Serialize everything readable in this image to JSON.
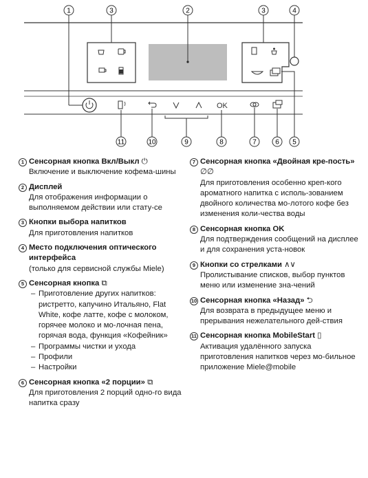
{
  "diagram": {
    "callouts": {
      "c1": "1",
      "c2": "2",
      "c3a": "3",
      "c3b": "3",
      "c4": "4",
      "c5": "5",
      "c6": "6",
      "c7": "7",
      "c8": "8",
      "c9": "9",
      "c10": "10",
      "c11": "11"
    },
    "ok_label": "OK"
  },
  "items": [
    {
      "num": "1",
      "title": "Сенсорная кнопка Вкл/Выкл",
      "icon": "⏻",
      "desc": "Включение и выключение кофема-шины"
    },
    {
      "num": "2",
      "title": "Дисплей",
      "desc": "Для отображения информации о выполняемом действии или стату-се"
    },
    {
      "num": "3",
      "title": "Кнопки выбора напитков",
      "desc": "Для приготовления напитков"
    },
    {
      "num": "4",
      "title": "Место подключения оптического интерфейса",
      "desc": "(только для сервисной службы Miele)"
    },
    {
      "num": "5",
      "title": "Сенсорная кнопка",
      "icon": "⧉",
      "bullets": [
        "Приготовление других напитков: ристретто, капучино Итальяно, Flat White, кофе латте, кофе с молоком, горячее молоко и мо-лочная пена, горячая вода, функция «Кофейник»",
        "Программы чистки и ухода",
        "Профили",
        "Настройки"
      ]
    },
    {
      "num": "6",
      "title": "Сенсорная кнопка «2 порции»",
      "icon": "⧉",
      "desc": "Для приготовления 2 порций одно-го вида напитка сразу"
    },
    {
      "num": "7",
      "title": "Сенсорная кнопка «Двойная кре-пость»",
      "icon": "∅∅",
      "desc": "Для приготовления особенно креп-кого ароматного напитка с исполь-зованием двойного количества мо-лотого кофе без изменения коли-чества воды"
    },
    {
      "num": "8",
      "title": "Сенсорная кнопка OK",
      "desc": "Для подтверждения сообщений на дисплее и для сохранения уста-новок"
    },
    {
      "num": "9",
      "title": "Кнопки со стрелками",
      "icon": "∧∨",
      "desc": "Пролистывание списков, выбор пунктов меню или изменение зна-чений"
    },
    {
      "num": "10",
      "title": "Сенсорная кнопка «Назад»",
      "icon": "⮌",
      "desc": "Для возврата в предыдущее меню и прерывания нежелательного дей-ствия"
    },
    {
      "num": "11",
      "title": "Сенсорная кнопка MobileStart",
      "icon": "▯",
      "desc": "Активация удалённого запуска приготовления напитков через мо-бильное приложение Miele@mobile"
    }
  ]
}
